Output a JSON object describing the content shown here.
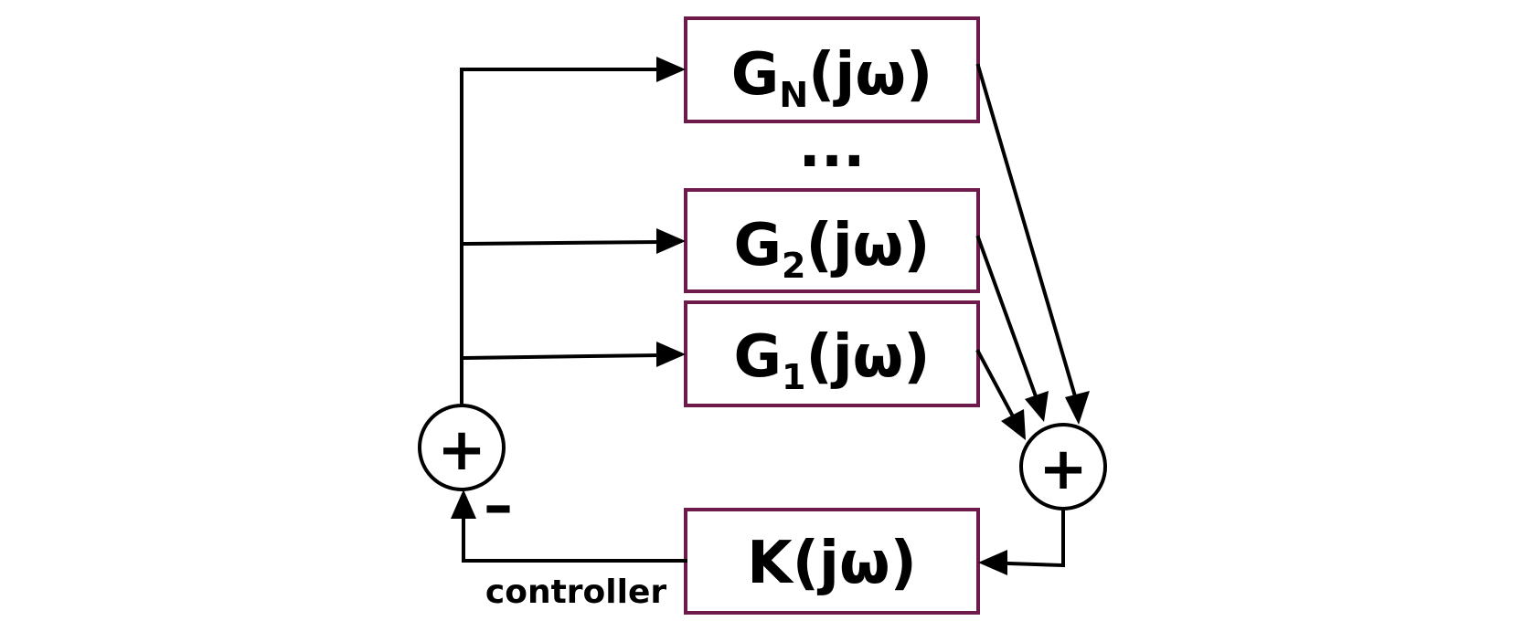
{
  "colors": {
    "box_border": "#6e1a4b",
    "line": "#000000",
    "background": "#ffffff"
  },
  "blocks": {
    "gn": {
      "main": "G",
      "sub": "N",
      "arg": "(jω)"
    },
    "g2": {
      "main": "G",
      "sub": "2",
      "arg": "(jω)"
    },
    "g1": {
      "main": "G",
      "sub": "1",
      "arg": "(jω)"
    },
    "k": {
      "label": "K(jω)"
    }
  },
  "ellipsis": "...",
  "summing": {
    "left_symbol": "+",
    "right_symbol": "+",
    "minus_sign": "–"
  },
  "controller_label": "controller"
}
